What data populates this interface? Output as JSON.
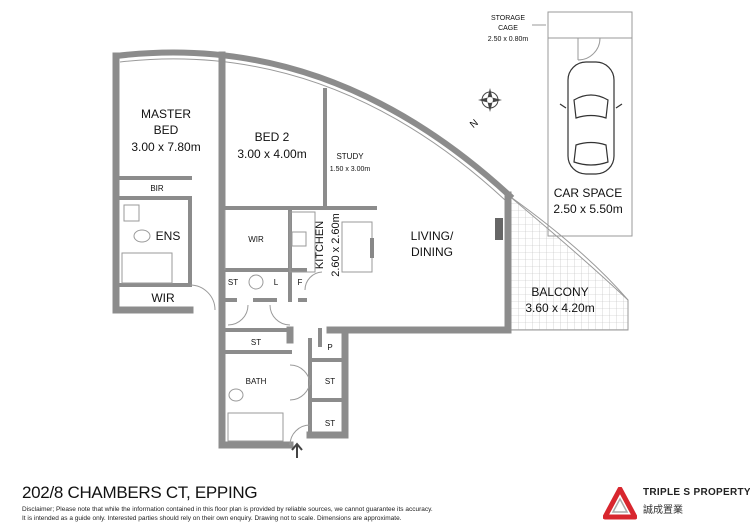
{
  "rooms": {
    "master_bed": {
      "line1": "MASTER",
      "line2": "BED",
      "dims": "3.00 x 7.80m"
    },
    "bed2": {
      "name": "BED 2",
      "dims": "3.00 x 4.00m"
    },
    "study": {
      "name": "STUDY",
      "dims": "1.50 x 3.00m"
    },
    "kitchen": {
      "name": "KITCHEN",
      "dims": "2.60 x 2.60m"
    },
    "living": {
      "line1": "LIVING/",
      "line2": "DINING"
    },
    "balcony": {
      "name": "BALCONY",
      "dims": "3.60 x 4.20m"
    },
    "car_space": {
      "name": "CAR SPACE",
      "dims": "2.50 x 5.50m"
    },
    "storage": {
      "line1": "STORAGE",
      "line2": "CAGE",
      "dims": "2.50 x 0.80m"
    },
    "bir": "BIR",
    "ens": "ENS",
    "wir_master": "WIR",
    "wir_bed2": "WIR",
    "st1": "ST",
    "laundry": "L",
    "fridge": "F",
    "st_hall": "ST",
    "bath": "BATH",
    "pantry": "P",
    "st_right1": "ST",
    "st_right2": "ST"
  },
  "compass": {
    "label": "N",
    "icon": "compass-rose-icon"
  },
  "footer": {
    "address": "202/8 CHAMBERS CT, EPPING",
    "disclaimer_line1": "Disclaimer; Please note that while the information contained in this floor plan is provided by reliable sources, we cannot guarantee its accuracy.",
    "disclaimer_line2": "It is intended as a guide only. Interested parties should rely on their own enquiry. Drawing not to scale. Dimensions are approximate."
  },
  "logo": {
    "name": "TRIPLE S PROPERTY",
    "chinese": "誠成置業",
    "color": "#d8262e"
  },
  "colors": {
    "wall": "#8c8c8c"
  }
}
